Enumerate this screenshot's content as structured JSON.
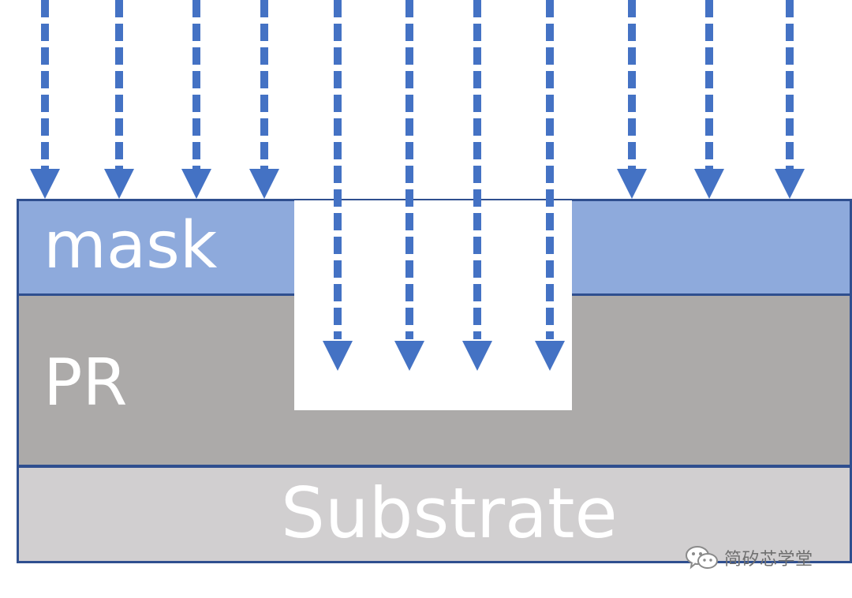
{
  "labels": {
    "mask": "mask",
    "pr": "PR",
    "substrate": "Substrate"
  },
  "watermark": {
    "text": "简矽芯学堂",
    "icon": "wechat-icon"
  },
  "colors": {
    "arrow": "#4472c4",
    "mask_fill": "#8eaadc",
    "pr_fill": "#acaaa9",
    "substrate_fill": "#d1cfd0",
    "outline": "#2f4f8f",
    "label_text": "#ffffff"
  },
  "arrows": {
    "count": 11,
    "through_opening": 4,
    "blocked_by_mask": 7
  }
}
